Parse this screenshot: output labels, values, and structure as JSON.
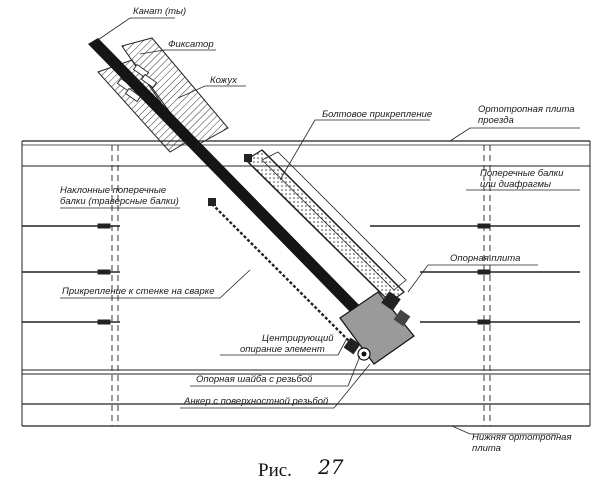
{
  "labels": {
    "kanat": "Канат (ты)",
    "fiksator": "Фиксатор",
    "kozhukh": "Кожух",
    "boltovoe": "Болтовое прикрепление",
    "orto_top_1": "Ортотропная плита",
    "orto_top_2": "проезда",
    "naklon_1": "Наклонные поперечные",
    "naklon_2": "балки (траверсные балки)",
    "poperech_1": "Поперечные балки",
    "poperech_2": "или диафрагмы",
    "opornaya_plita": "Опорная плита",
    "prikreplenie": "Прикрепление к стенке на сварке",
    "centr_1": "Центрирующий",
    "centr_2": "опирание элемент",
    "shaiba": "Опорная шайба с резьбой",
    "anker": "Анкер с поверхностной резьбой",
    "orto_bot_1": "Нижняя ортотропная",
    "orto_bot_2": "плита"
  },
  "caption": {
    "prefix": "Рис.",
    "number": "27"
  }
}
